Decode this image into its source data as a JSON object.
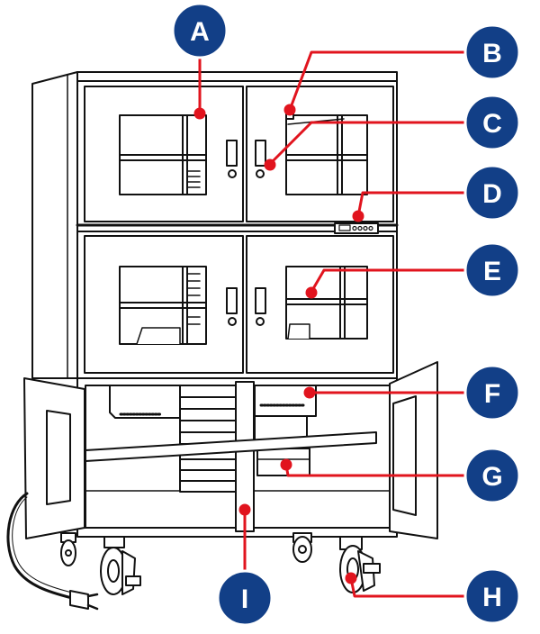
{
  "colors": {
    "badge": "#123f87",
    "badge_ring": "#ffffff",
    "leader": "#e1141e",
    "outline": "#111111",
    "panel_fill": "#ffffff"
  },
  "callouts": [
    {
      "id": "a",
      "letter": "A"
    },
    {
      "id": "b",
      "letter": "B"
    },
    {
      "id": "c",
      "letter": "C"
    },
    {
      "id": "d",
      "letter": "D"
    },
    {
      "id": "e",
      "letter": "E"
    },
    {
      "id": "f",
      "letter": "F"
    },
    {
      "id": "g",
      "letter": "G"
    },
    {
      "id": "h",
      "letter": "H"
    },
    {
      "id": "i",
      "letter": "I"
    }
  ]
}
